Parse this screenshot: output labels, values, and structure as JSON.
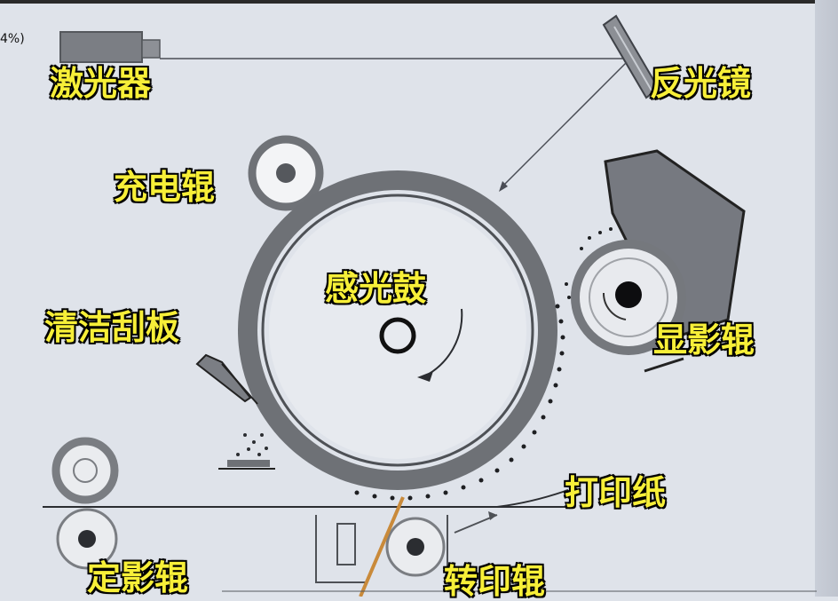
{
  "header": {
    "zoom_fragment": "4%)"
  },
  "labels": {
    "laser": "激光器",
    "mirror": "反光镜",
    "charge_roller": "充电辊",
    "drum": "感光鼓",
    "cleaning_blade": "清洁刮板",
    "developer_roller": "显影辊",
    "paper": "打印纸",
    "fuser_roller": "定影辊",
    "transfer_roller": "转印辊"
  },
  "colors": {
    "background": "#dfe3ea",
    "drum_ring": "#6e7176",
    "roller_ring": "#7a7d82",
    "label_fill": "#f7ef38",
    "label_outline": "#111111",
    "laser_beam": "#4a4d55",
    "transfer_beam": "#c98a3a"
  }
}
